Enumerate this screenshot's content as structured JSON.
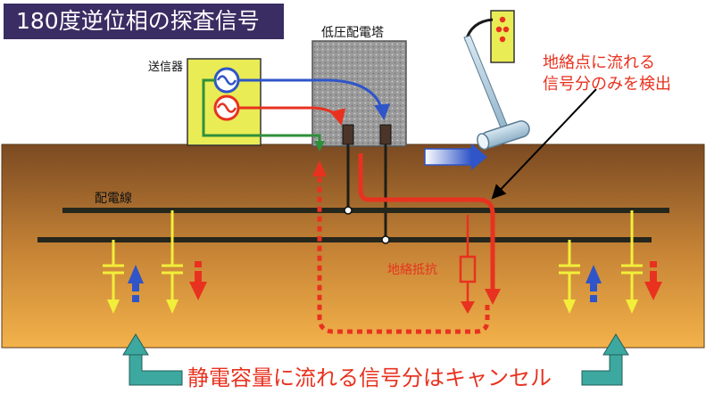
{
  "title": "180度逆位相の探査信号",
  "labels": {
    "transmitter": "送信器",
    "pole": "低圧配電塔",
    "distribution_line": "配電線",
    "ground_fault_resistance": "地絡抵抗",
    "detector_note_line1": "地絡点に流れる",
    "detector_note_line2": "信号分のみを検出",
    "bottom_note": "静電容量に流れる信号分はキャンセル"
  },
  "colors": {
    "title_bg": "#3a2d63",
    "ground_top": "#7b4a22",
    "ground_bottom": "#f3b24a",
    "transmitter_box": "#e9ec55",
    "pole_fill": "#9c9c9c",
    "signal_red": "#e8321f",
    "signal_blue": "#2f55c8",
    "signal_green": "#2f8f3a",
    "capacitor_yellow": "#f2ee3a",
    "arrow_teal": "#3da89f",
    "note_red": "#e8321f"
  },
  "icons": [
    "sine-wave-source-icon",
    "ground-detector-probe-icon",
    "capacitor-symbol-icon",
    "resistor-symbol-icon"
  ]
}
